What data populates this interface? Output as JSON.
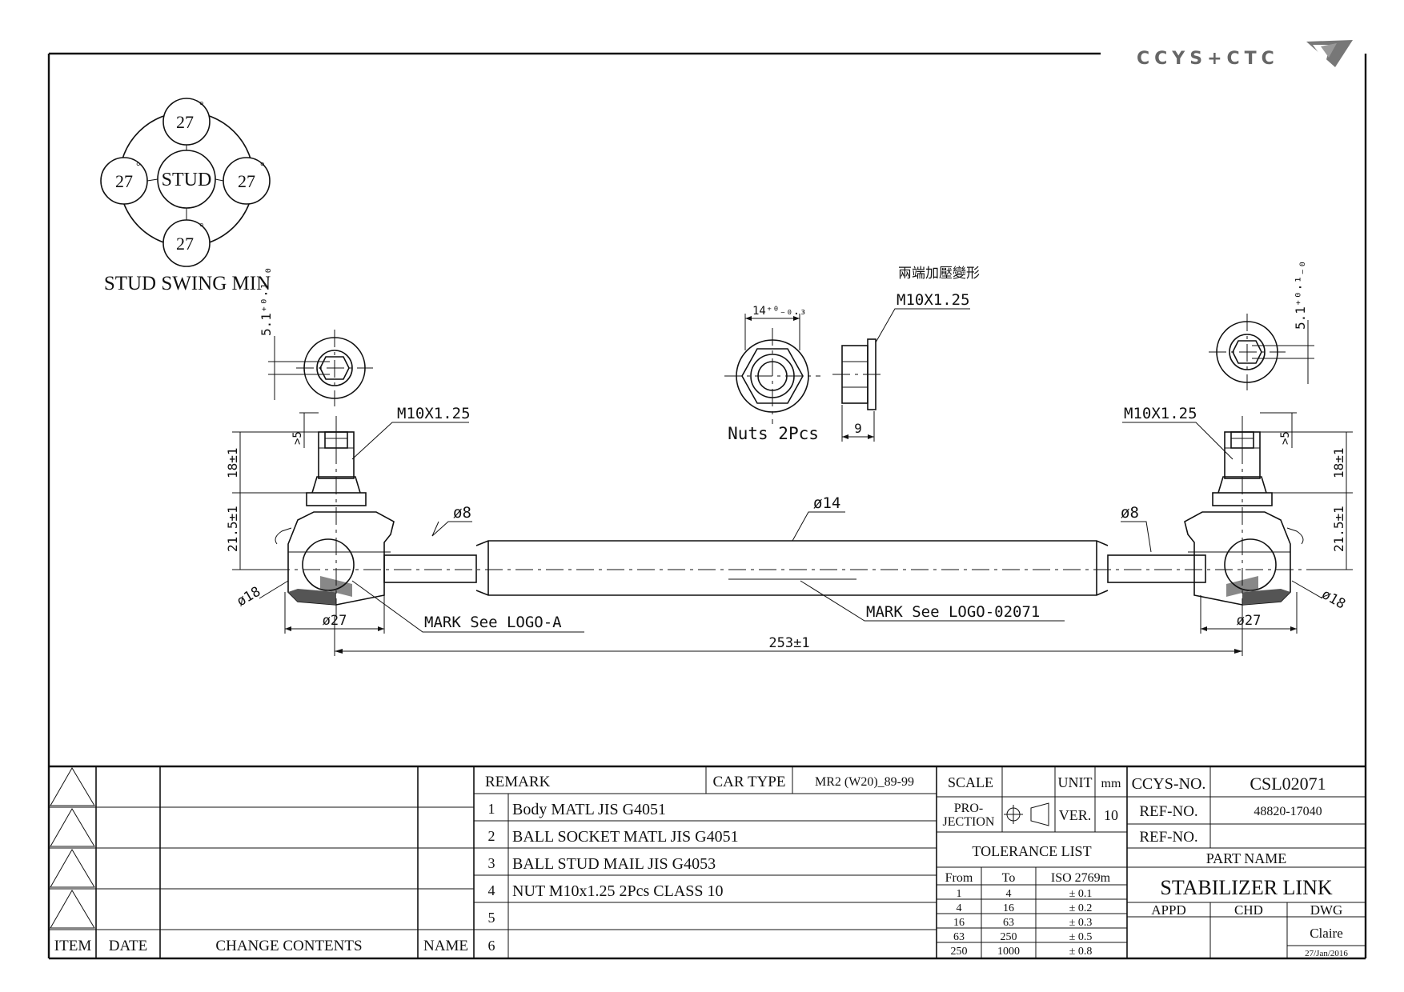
{
  "logo": {
    "text": "CCYS+CTC"
  },
  "swing": {
    "title": "STUD SWING MIN",
    "center": "STUD",
    "angles": [
      "27",
      "27",
      "27",
      "27"
    ],
    "deg": "°"
  },
  "dims": {
    "left_stud_tol": "5.1⁺⁰·¹₋₀",
    "right_stud_tol": "5.1⁺⁰·¹₋₀",
    "left_thread": "M10X1.25",
    "right_thread": "M10X1.25",
    "left_gt5": ">5",
    "right_gt5": ">5",
    "left_18": "18±1",
    "right_18": "18±1",
    "left_215": "21.5±1",
    "right_215": "21.5±1",
    "left_d8": "ø8",
    "right_d8": "ø8",
    "rod_d14": "ø14",
    "left_d18": "ø18",
    "right_d18": "ø18",
    "left_d27": "ø27",
    "right_d27": "ø27",
    "length": "253±1",
    "mark_a": "MARK See LOGO-A",
    "mark_b": "MARK See LOGO-02071"
  },
  "nut": {
    "note_cn": "兩端加壓變形",
    "thread": "M10X1.25",
    "width": "14⁺⁰₋₀.₃",
    "thickness": "9",
    "caption": "Nuts 2Pcs"
  },
  "revision": {
    "headers": {
      "item": "ITEM",
      "date": "DATE",
      "change": "CHANGE CONTENTS",
      "name": "NAME"
    }
  },
  "remark": {
    "label": "REMARK",
    "car_type_label": "CAR TYPE",
    "car_type_value": "MR2 (W20)_89-99",
    "rows": [
      {
        "no": "1",
        "text": "Body MATL JIS G4051"
      },
      {
        "no": "2",
        "text": "BALL SOCKET MATL JIS G4051"
      },
      {
        "no": "3",
        "text": "BALL STUD MAIL JIS G4053"
      },
      {
        "no": "4",
        "text": "NUT M10x1.25 2Pcs CLASS 10"
      },
      {
        "no": "5",
        "text": ""
      },
      {
        "no": "6",
        "text": ""
      }
    ]
  },
  "scale": {
    "scale_label": "SCALE",
    "unit_label": "UNIT",
    "unit_value": "mm",
    "projection_l1": "PRO-",
    "projection_l2": "JECTION",
    "ver_label": "VER.",
    "ver_value": "10"
  },
  "tolerance": {
    "title": "TOLERANCE LIST",
    "headers": [
      "From",
      "To",
      "ISO 2769m"
    ],
    "rows": [
      [
        "1",
        "4",
        "± 0.1"
      ],
      [
        "4",
        "16",
        "± 0.2"
      ],
      [
        "16",
        "63",
        "± 0.3"
      ],
      [
        "63",
        "250",
        "± 0.5"
      ],
      [
        "250",
        "1000",
        "± 0.8"
      ]
    ]
  },
  "title_block": {
    "ccys_label": "CCYS-NO.",
    "ccys_value": "CSL02071",
    "ref1_label": "REF-NO.",
    "ref1_value": "48820-17040",
    "ref2_label": "REF-NO.",
    "ref2_value": "",
    "part_name_label": "PART NAME",
    "part_name": "STABILIZER LINK",
    "appd": "APPD",
    "chd": "CHD",
    "dwg": "DWG",
    "drawer": "Claire",
    "date": "27/Jan/2016"
  }
}
